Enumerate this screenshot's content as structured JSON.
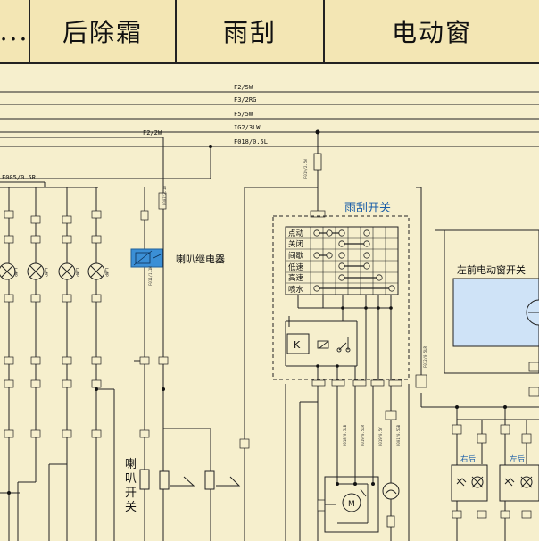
{
  "header": {
    "col0": "...",
    "col1": "后除霜",
    "col2": "雨刮",
    "col3": "电动窗"
  },
  "wires": {
    "w1": "F2/5W",
    "w2": "F3/2RG",
    "w3": "F5/5W",
    "w4": "F2/2W",
    "w5": "IG2/3LW",
    "w6": "F018/0.5L",
    "w7": "F005/0.5R"
  },
  "labels": {
    "wiper_switch": "雨刮开关",
    "horn_relay": "喇叭继电器",
    "horn_switch_chars": [
      "喇",
      "叭",
      "开",
      "关"
    ],
    "left_front_window_switch": "左前电动窗开关",
    "right_rear": "右后",
    "left_rear": "左后",
    "motor_m": "M",
    "relay_k": "K"
  },
  "wiper_table": {
    "rows": [
      "点动",
      "关闭",
      "间歇",
      "低速",
      "高速",
      "喷水"
    ]
  },
  "colors": {
    "background": "#f6efcd",
    "header": "#f3e6b4",
    "relay_blue": "#3b8fd6",
    "window_panel": "#cfe3f7",
    "accent_text": "#1c5fa8"
  }
}
